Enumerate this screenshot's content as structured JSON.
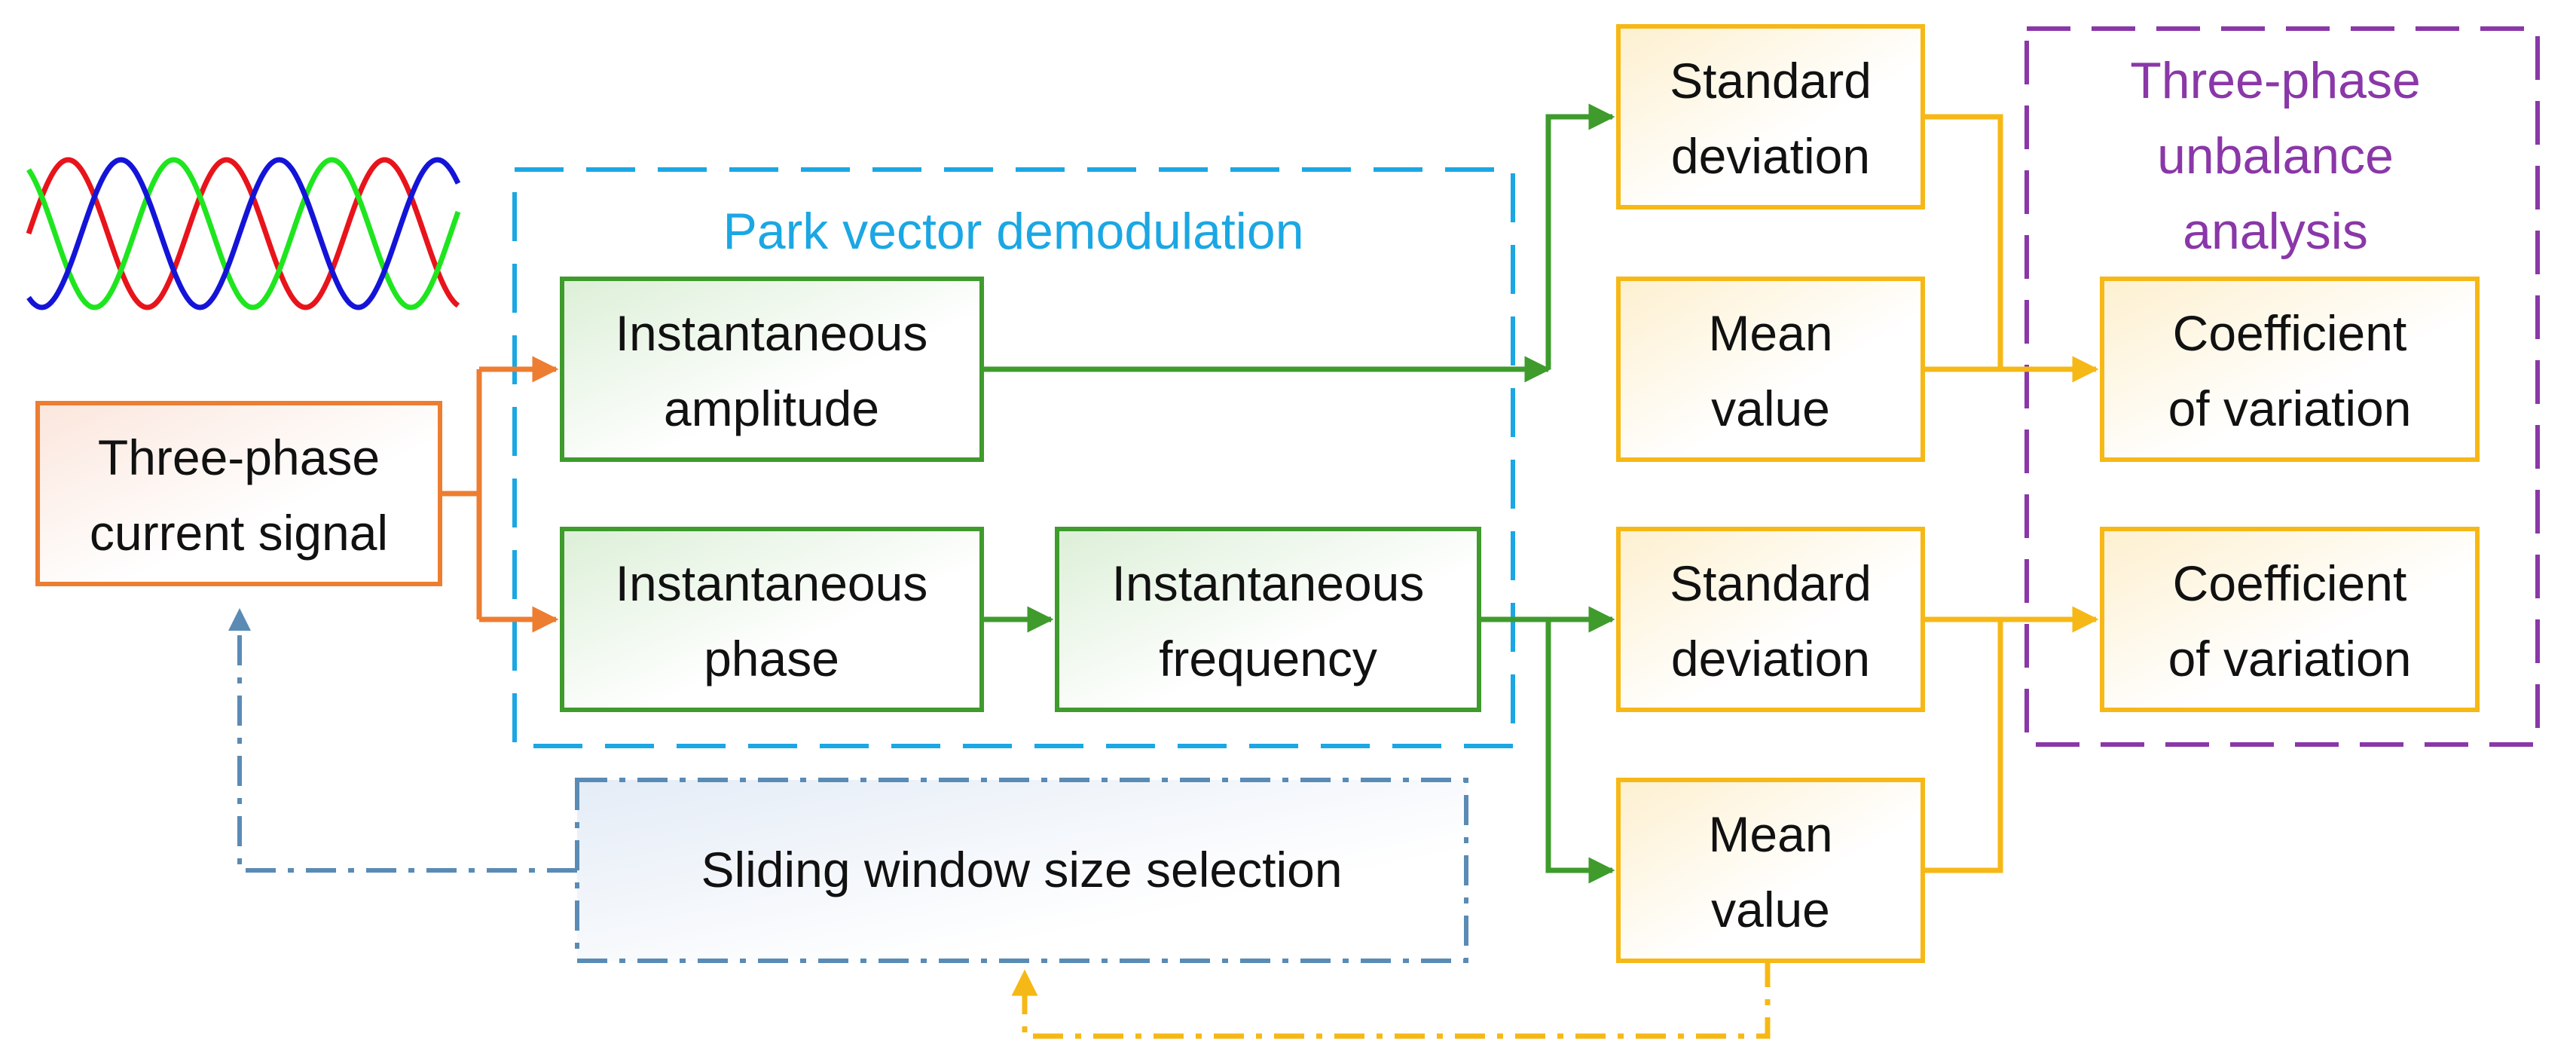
{
  "colors": {
    "orange": "#ED7D31",
    "green": "#3E9B2C",
    "yellow": "#F6B816",
    "blue": "#1BA7E3",
    "purple": "#8A37A8",
    "gray_blue": "#5A8BB5",
    "wave_red": "#E8141B",
    "wave_green": "#1FE51F",
    "wave_blue": "#1414D8"
  },
  "source": {
    "label_line1": "Three-phase",
    "label_line2": "current signal"
  },
  "park_group": {
    "label": "Park vector demodulation",
    "amplitude": {
      "line1": "Instantaneous",
      "line2": "amplitude"
    },
    "phase": {
      "line1": "Instantaneous",
      "line2": "phase"
    },
    "frequency": {
      "line1": "Instantaneous",
      "line2": "frequency"
    }
  },
  "statistics": {
    "amp_std": {
      "line1": "Standard",
      "line2": "deviation"
    },
    "amp_mean": {
      "line1": "Mean",
      "line2": "value"
    },
    "freq_std": {
      "line1": "Standard",
      "line2": "deviation"
    },
    "freq_mean": {
      "line1": "Mean",
      "line2": "value"
    }
  },
  "unbalance_group": {
    "label_line1": "Three-phase",
    "label_line2": "unbalance",
    "label_line3": "analysis",
    "cv_amplitude": {
      "line1": "Coefficient",
      "line2": "of variation"
    },
    "cv_frequency": {
      "line1": "Coefficient",
      "line2": "of variation"
    }
  },
  "window": {
    "label": "Sliding window size selection"
  }
}
